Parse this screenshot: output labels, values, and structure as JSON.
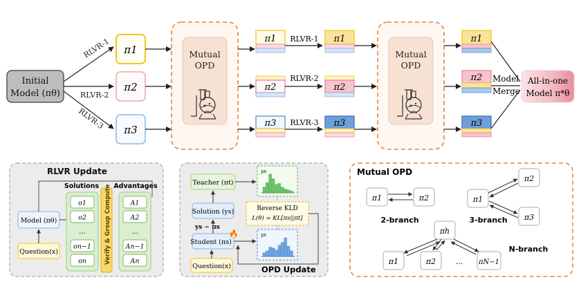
{
  "colors": {
    "yellow": "#f5c518",
    "yellow_fill": "#fdf3c4",
    "pink": "#e8899a",
    "pink_fill": "#fbdbe1",
    "blue": "#5a8fd0",
    "blue_fill": "#cfe0f5",
    "orange": "#e8833a",
    "peach": "#f7e3d6",
    "green": "#9bcf7a",
    "gray_panel": "#ececec"
  },
  "top": {
    "initial_model": {
      "line1": "Initial",
      "line2": "Model (πθ)"
    },
    "rlvr_left": [
      "RLVR-1",
      "RLVR-2",
      "RLVR-3"
    ],
    "policies": [
      "π1",
      "π2",
      "π3"
    ],
    "opd_label": [
      "Mutual",
      "OPD"
    ],
    "rlvr_mid": [
      "RLVR-1",
      "RLVR-2",
      "RLVR-3"
    ],
    "model_merge": [
      "Model",
      "Merge"
    ],
    "all_in_one": [
      "All-in-one",
      "Model π*θ"
    ]
  },
  "rlvr_panel": {
    "title": "RLVR Update",
    "solutions_label": "Solutions",
    "advantages_label": "Advantages",
    "model": "Model (πθ)",
    "question": "Question(x)",
    "solutions": [
      "o1",
      "o2",
      "...",
      "on−1",
      "on"
    ],
    "advantages": [
      "A1",
      "A2",
      "...",
      "An−1",
      "An"
    ],
    "verify_label": "Verify & Group Compute"
  },
  "opd_panel": {
    "title": "OPD Update",
    "teacher": "Teacher (πt)",
    "solution": "Solution (ys)",
    "sampling": "ys ~ πs",
    "student": "Student (πs)",
    "question": "Question(x)",
    "kld_title": "Reverse KLD",
    "kld_formula": "L(θ) = KL[πs||πt]",
    "axis_label": "ys",
    "teacher_bars": [
      0.3,
      0.55,
      1.0,
      0.75,
      0.45,
      0.5,
      0.3,
      0.2,
      0.15,
      0.1
    ],
    "student_bars": [
      0.2,
      0.3,
      0.5,
      0.45,
      0.35,
      0.6,
      0.75,
      1.0,
      0.55,
      0.3
    ]
  },
  "mutual_panel": {
    "title": "Mutual OPD",
    "two_branch": {
      "label": "2-branch",
      "nodes": [
        "π1",
        "π2"
      ]
    },
    "three_branch": {
      "label": "3-branch",
      "nodes": [
        "π1",
        "π2",
        "π3"
      ]
    },
    "n_branch": {
      "label": "N-branch",
      "hub": "πh",
      "nodes": [
        "π1",
        "π2",
        "...",
        "πN−1"
      ]
    }
  }
}
